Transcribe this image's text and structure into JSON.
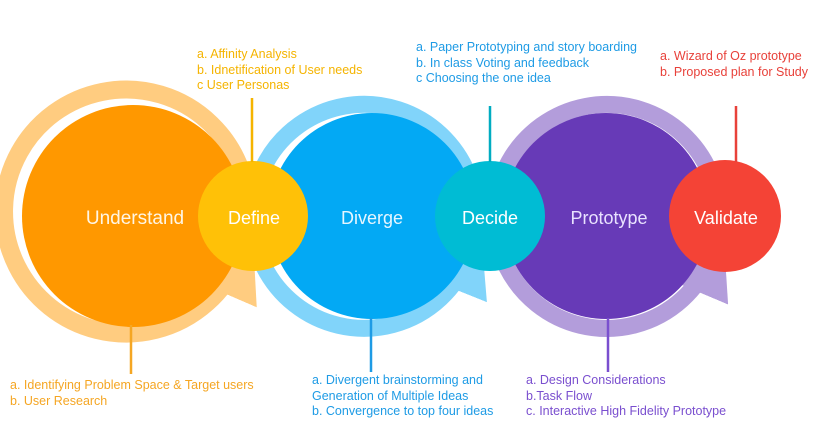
{
  "stages": [
    {
      "label": "Understand",
      "color": "#ff9800"
    },
    {
      "label": "Define",
      "color": "#ffc107"
    },
    {
      "label": "Diverge",
      "color": "#03a9f4"
    },
    {
      "label": "Decide",
      "color": "#00bcd4"
    },
    {
      "label": "Prototype",
      "color": "#673ab7"
    },
    {
      "label": "Validate",
      "color": "#f44336"
    }
  ],
  "notes": {
    "understand": [
      "a. Identifying Problem Space & Target users",
      "b. User Research"
    ],
    "define": [
      "a. Affinity Analysis",
      "b. Idnetification of User needs",
      "c User Personas"
    ],
    "diverge": [
      "a. Divergent brainstorming and",
      "Generation of Multiple Ideas",
      "b. Convergence to top four ideas"
    ],
    "decide": [
      "a. Paper Prototyping and story boarding",
      "b. In class Voting and feedback",
      "c Choosing the one idea"
    ],
    "prototype": [
      "a. Design Considerations",
      "b.Task Flow",
      "c. Interactive High Fidelity Prototype"
    ],
    "validate": [
      "a. Wizard of Oz prototype",
      "b. Proposed plan for Study"
    ]
  },
  "colors": {
    "orange_ring": "#ffcc80",
    "blue_ring": "#81d4fa",
    "purple_ring": "#b39ddb",
    "define_connector": "#f5b400",
    "understand_connector": "#f5a623",
    "decide_connector": "#00acc1",
    "diverge_connector": "#1e9be5",
    "prototype_connector": "#7a4fcf",
    "validate_connector": "#e8413a"
  }
}
